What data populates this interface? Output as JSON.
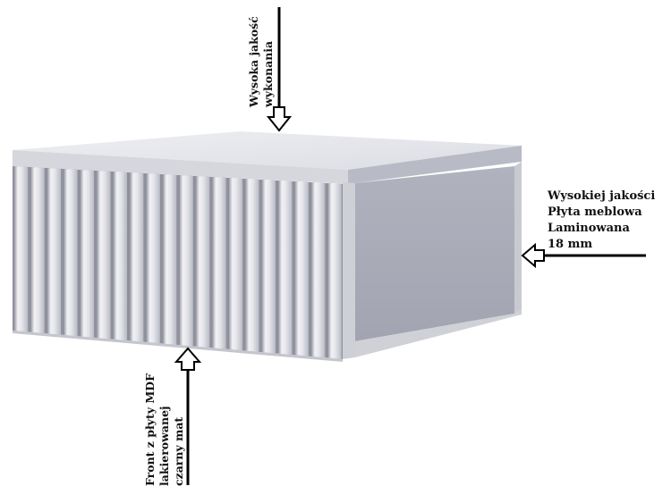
{
  "annotations": {
    "top": {
      "lines": [
        "Wysoka jakość",
        "wykonania"
      ],
      "icon": "arrow-down-icon"
    },
    "right": {
      "lines": [
        "Wysokiej jakości",
        "Płyta meblowa",
        "Laminowana",
        "18 mm"
      ],
      "icon": "arrow-left-icon"
    },
    "bottom": {
      "lines": [
        "Front z płyty MDF",
        "lakierowanej",
        "czarny mat"
      ],
      "icon": "arrow-up-icon"
    }
  },
  "colors": {
    "top_panel": "#e9eaee",
    "front_edge": "#d8d9de",
    "side_panel": "#a7a9b6",
    "rib_light": "#f1f1f4",
    "rib_shadow": "#9d9fab",
    "line": "#000000"
  },
  "front": {
    "rib_count": 20
  }
}
